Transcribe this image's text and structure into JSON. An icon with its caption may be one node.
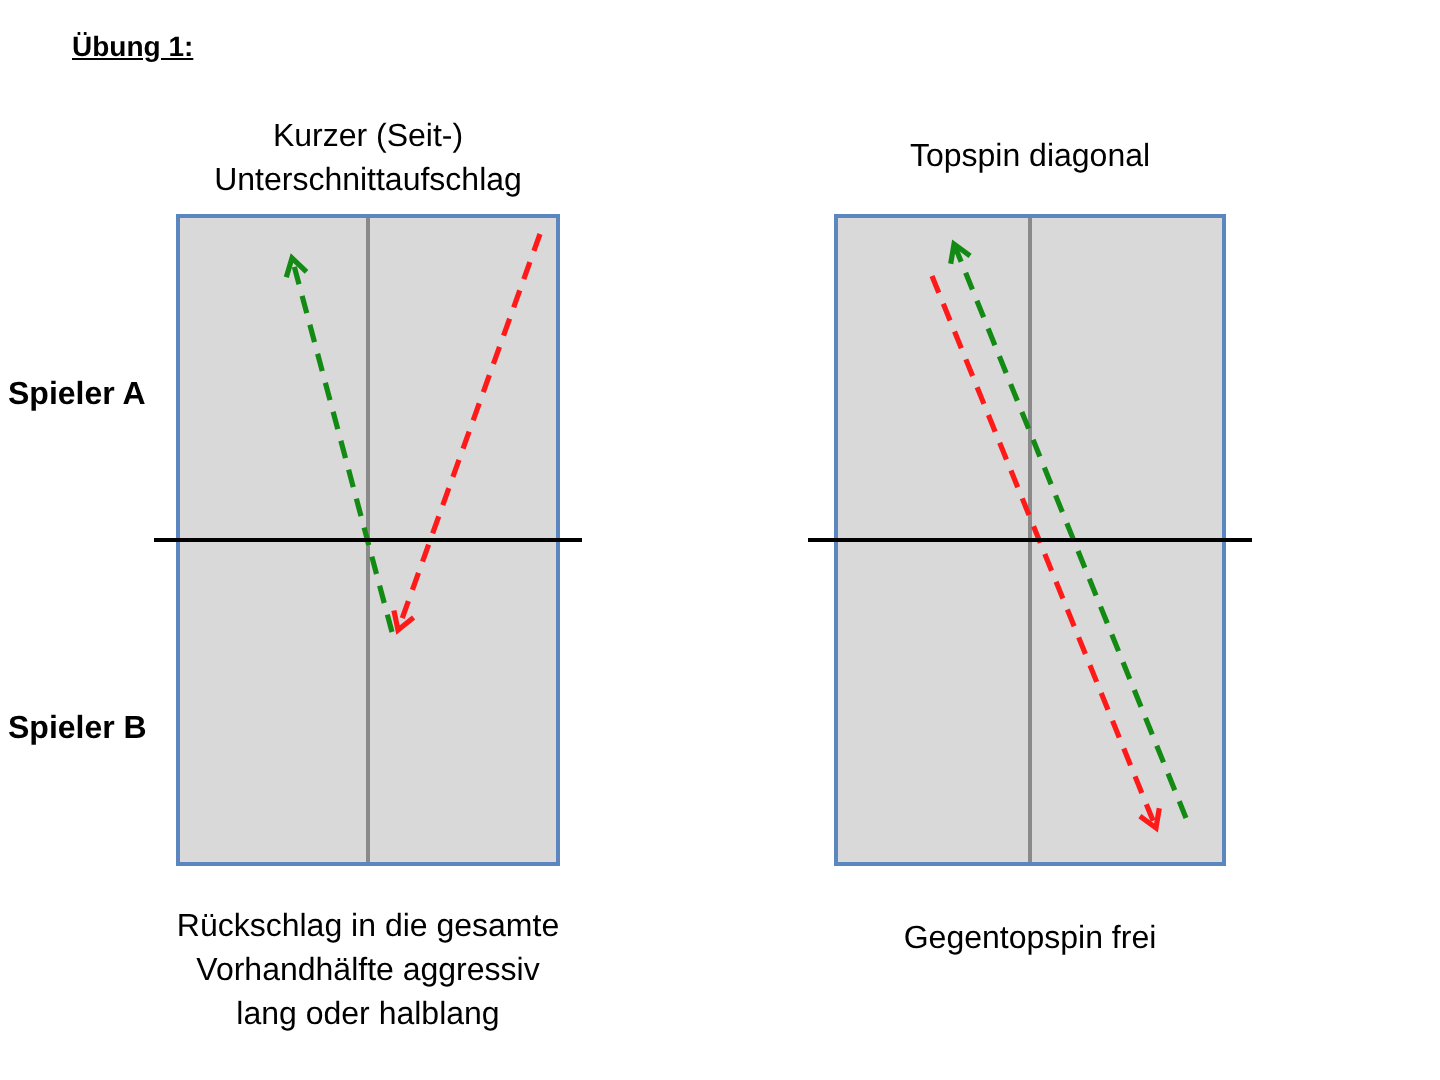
{
  "diagram": {
    "title": "Übung 1:",
    "nodes": [
      {
        "text": [],
        "shape": "box",
        "beside": [
          "Kurzer (Seit-) Unterschnittaufschlag",
          "Rückschlag in die gesamte Vorhandhälfte aggressiv lang oder halblang"
        ]
      },
      {
        "text": [],
        "shape": "box",
        "beside": [
          "Topspin diagonal",
          "Gegentopspin frei"
        ]
      }
    ],
    "labels": [
      "Spieler A",
      "Spieler B"
    ]
  }
}
